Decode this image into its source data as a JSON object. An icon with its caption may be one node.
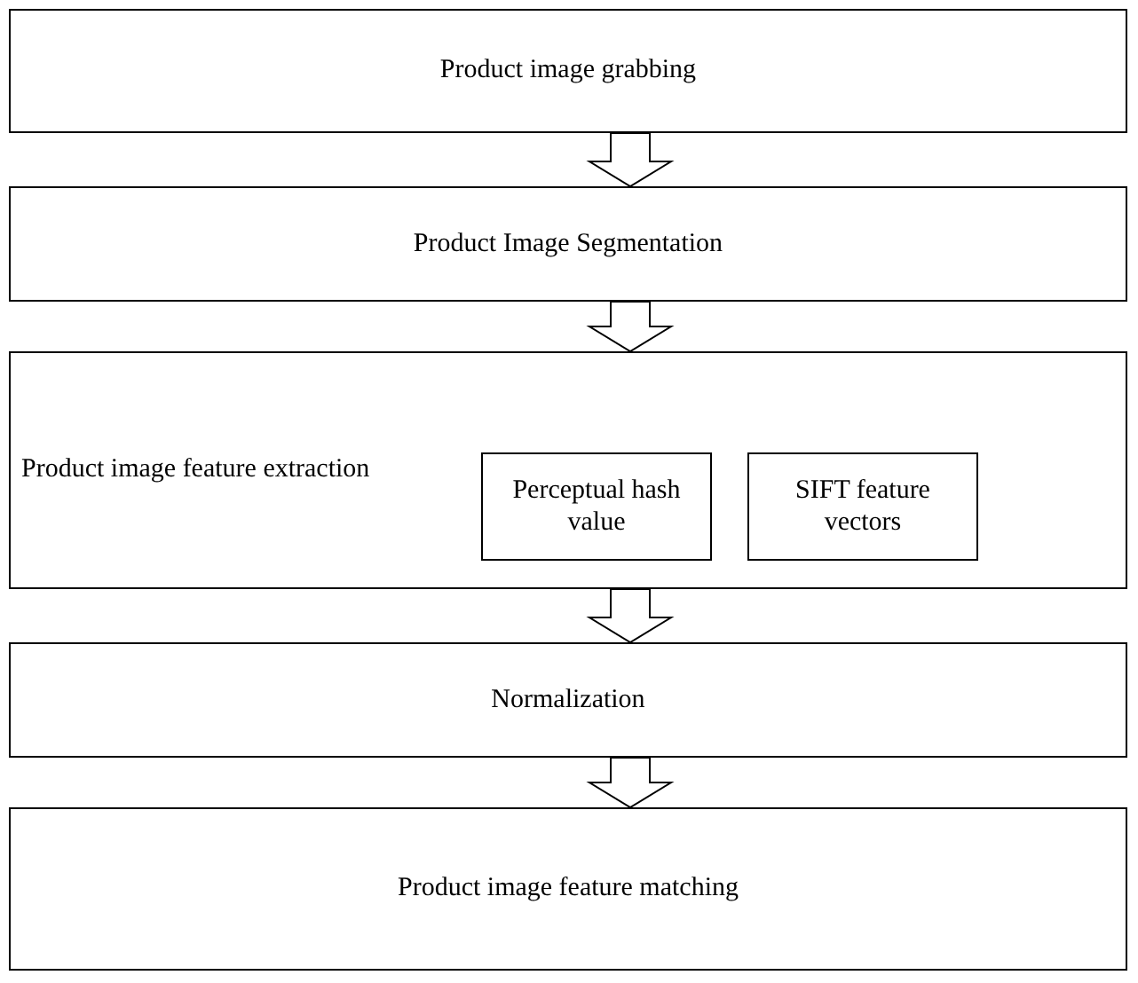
{
  "diagram": {
    "nodes": [
      {
        "text": [
          "Product image grabbing"
        ]
      },
      {
        "text": [
          "Product Image Segmentation"
        ]
      },
      {
        "text": [
          "Product image feature extraction"
        ]
      },
      {
        "text": [
          "Perceptual hash value"
        ],
        "in": 2
      },
      {
        "text": [
          "SIFT feature vectors"
        ],
        "in": 2
      },
      {
        "text": [
          "Normalization"
        ]
      },
      {
        "text": [
          "Product image feature matching"
        ]
      }
    ],
    "edges": [
      {
        "from": 0,
        "to": 1,
        "arrow": "to"
      },
      {
        "from": 1,
        "to": 2,
        "arrow": "to"
      },
      {
        "from": 2,
        "to": 5,
        "arrow": "to"
      },
      {
        "from": 5,
        "to": 6,
        "arrow": "to"
      }
    ]
  }
}
